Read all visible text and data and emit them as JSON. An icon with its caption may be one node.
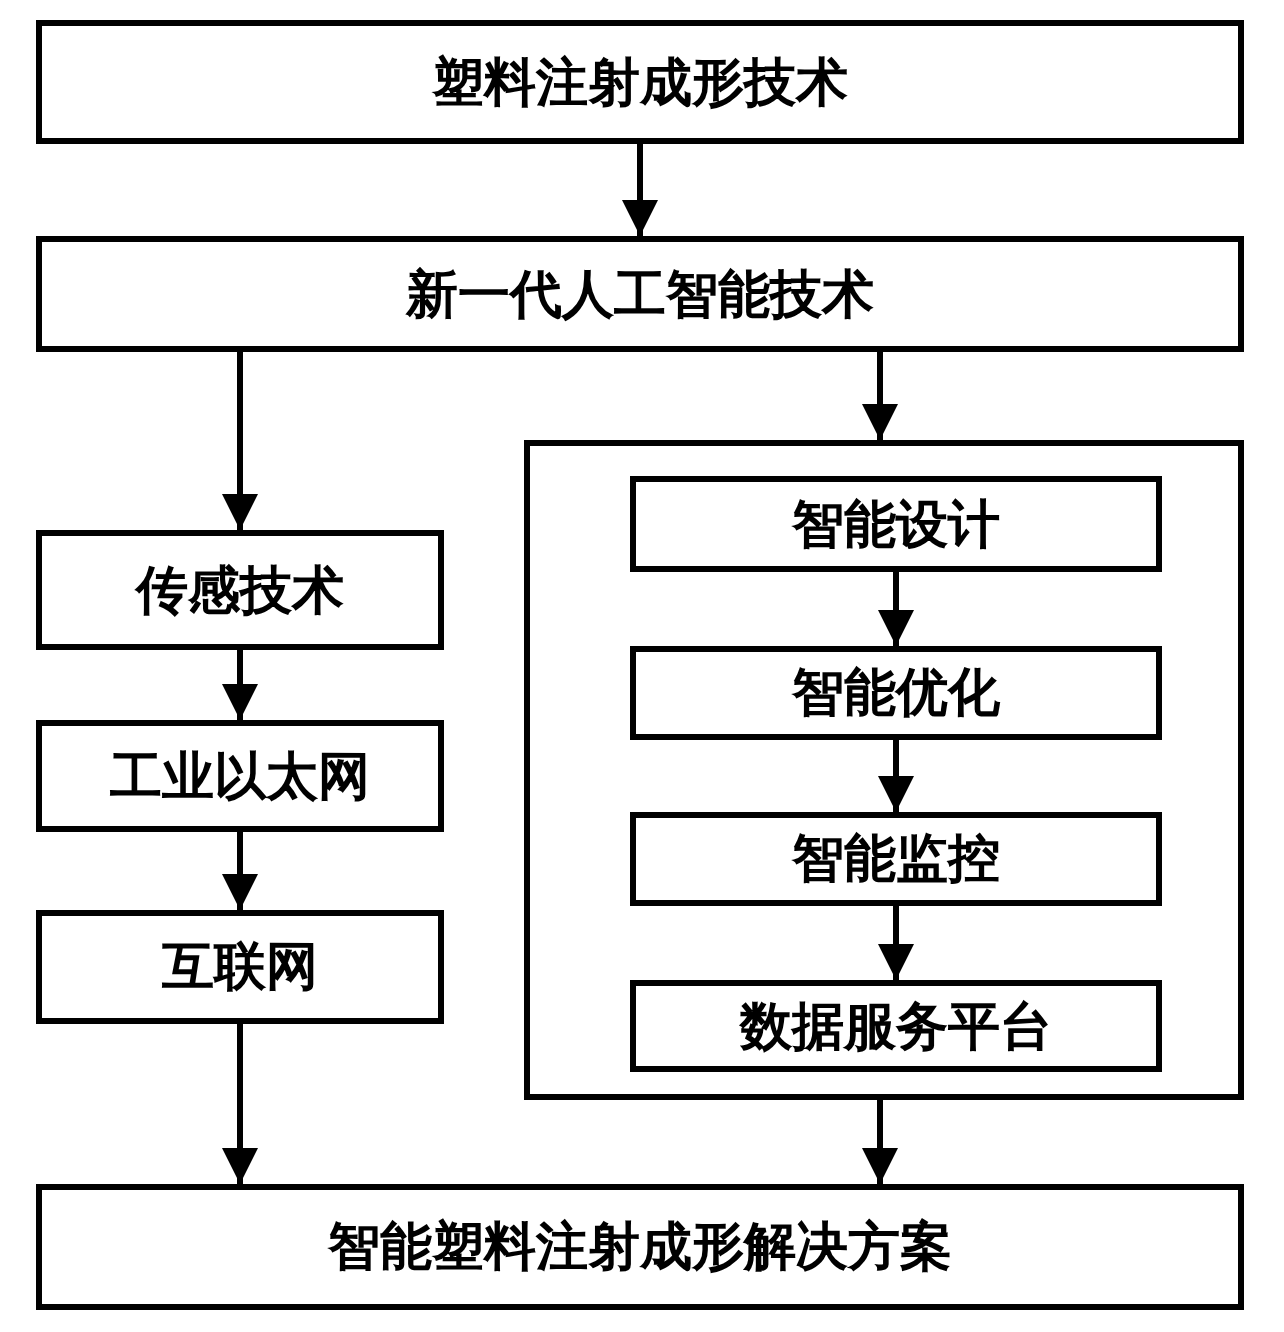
{
  "diagram": {
    "nodes": [
      {
        "text": [
          "塑料注射成形技术"
        ]
      },
      {
        "text": [
          "新一代人工智能技术"
        ]
      },
      {
        "text": [
          "传感技术"
        ]
      },
      {
        "text": [
          "工业以太网"
        ]
      },
      {
        "text": [
          "互联网"
        ]
      },
      {
        "text": [],
        "shape": "box"
      },
      {
        "text": [
          "智能设计"
        ],
        "in": 5
      },
      {
        "text": [
          "智能优化"
        ],
        "in": 5
      },
      {
        "text": [
          "智能监控"
        ],
        "in": 5
      },
      {
        "text": [
          "数据服务平台"
        ],
        "in": 5
      },
      {
        "text": [
          "智能塑料注射成形解决方案"
        ]
      }
    ],
    "edges": [
      {
        "from": 0,
        "to": 1,
        "arrow": "to"
      },
      {
        "from": 1,
        "to": 2,
        "arrow": "to"
      },
      {
        "from": 1,
        "to": 5,
        "arrow": "to"
      },
      {
        "from": 2,
        "to": 3,
        "arrow": "to"
      },
      {
        "from": 3,
        "to": 4,
        "arrow": "to"
      },
      {
        "from": 6,
        "to": 7,
        "arrow": "to"
      },
      {
        "from": 7,
        "to": 8,
        "arrow": "to"
      },
      {
        "from": 8,
        "to": 9,
        "arrow": "to"
      },
      {
        "from": 4,
        "to": 10,
        "arrow": "to"
      },
      {
        "from": 5,
        "to": 10,
        "arrow": "to"
      }
    ]
  }
}
